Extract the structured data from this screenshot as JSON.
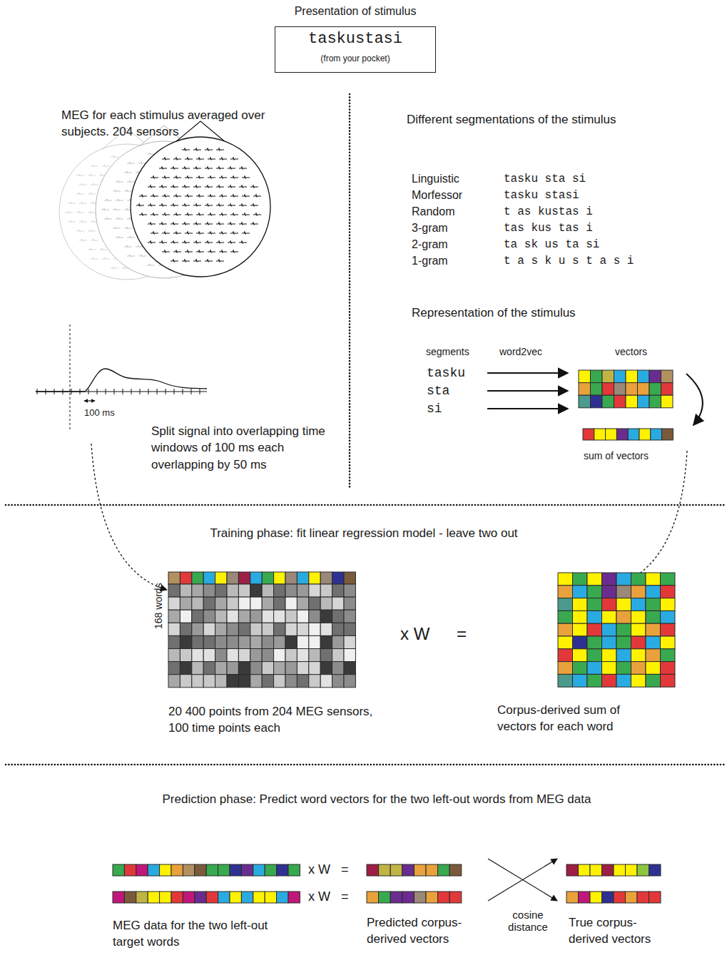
{
  "diagram": {
    "nodes": [
      {
        "text": [
          "Presentation of stimulus",
          "taskustasi",
          "(from your pocket)"
        ]
      }
    ],
    "labels": [
      "MEG for each stimulus averaged over subjects. 204 sensors",
      "100 ms",
      "Split signal into overlapping time windows of 100 ms each overlapping by 50 ms",
      "Different segmentations of the stimulus",
      "Linguistic",
      "tasku sta si",
      "Morfessor",
      "tasku stasi",
      "Random",
      "t as kustas i",
      "3-gram",
      "tas kus tas i",
      "2-gram",
      "ta sk us ta si",
      "1-gram",
      "t a s k u s t a s i",
      "Representation of the stimulus",
      "segments",
      "word2vec",
      "vectors",
      "tasku",
      "sta",
      "si",
      "sum of vectors",
      "Training phase: fit linear regression model - leave two out",
      "168 words",
      "x W",
      "=",
      "20 400 points from 204 MEG sensors, 100 time points each",
      "Corpus-derived sum of vectors for each word",
      "Prediction phase: Predict word vectors for the two left-out words from MEG data",
      "x W",
      "=",
      "x W",
      "=",
      "MEG data for the two left-out target words",
      "Predicted corpus-derived vectors",
      "cosine distance",
      "True corpus-derived vectors"
    ]
  }
}
